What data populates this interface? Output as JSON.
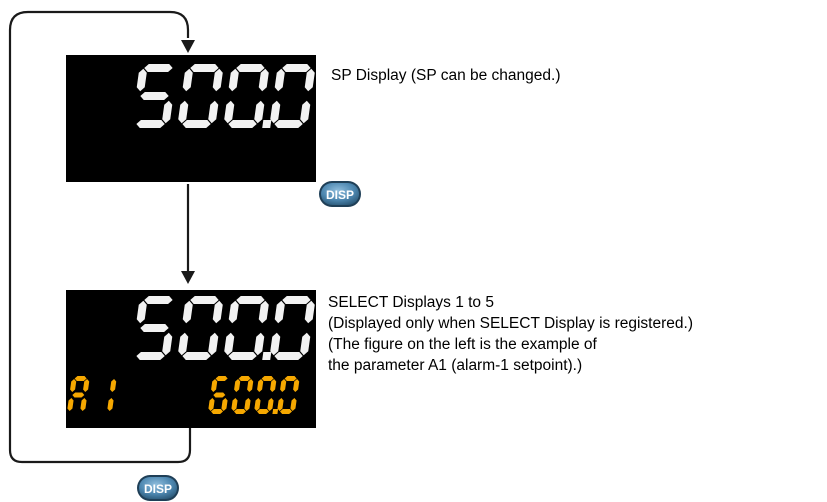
{
  "sp_display": {
    "value": "500.0",
    "caption": "SP Display (SP can be changed.)"
  },
  "select_display": {
    "value": "500.0",
    "parameter": "A1",
    "parameter_value": "600.0",
    "caption_lines": [
      "SELECT Displays 1 to 5",
      "(Displayed only when SELECT Display is registered.)",
      "(The figure on the left is the example of",
      "the parameter A1 (alarm-1 setpoint).)"
    ]
  },
  "disp_key": {
    "label": "DISP"
  },
  "colors": {
    "display_background": "#000000",
    "segment_white": "#f2f2f2",
    "segment_amber": "#f6a800",
    "key_blue": "#4d87b0"
  }
}
